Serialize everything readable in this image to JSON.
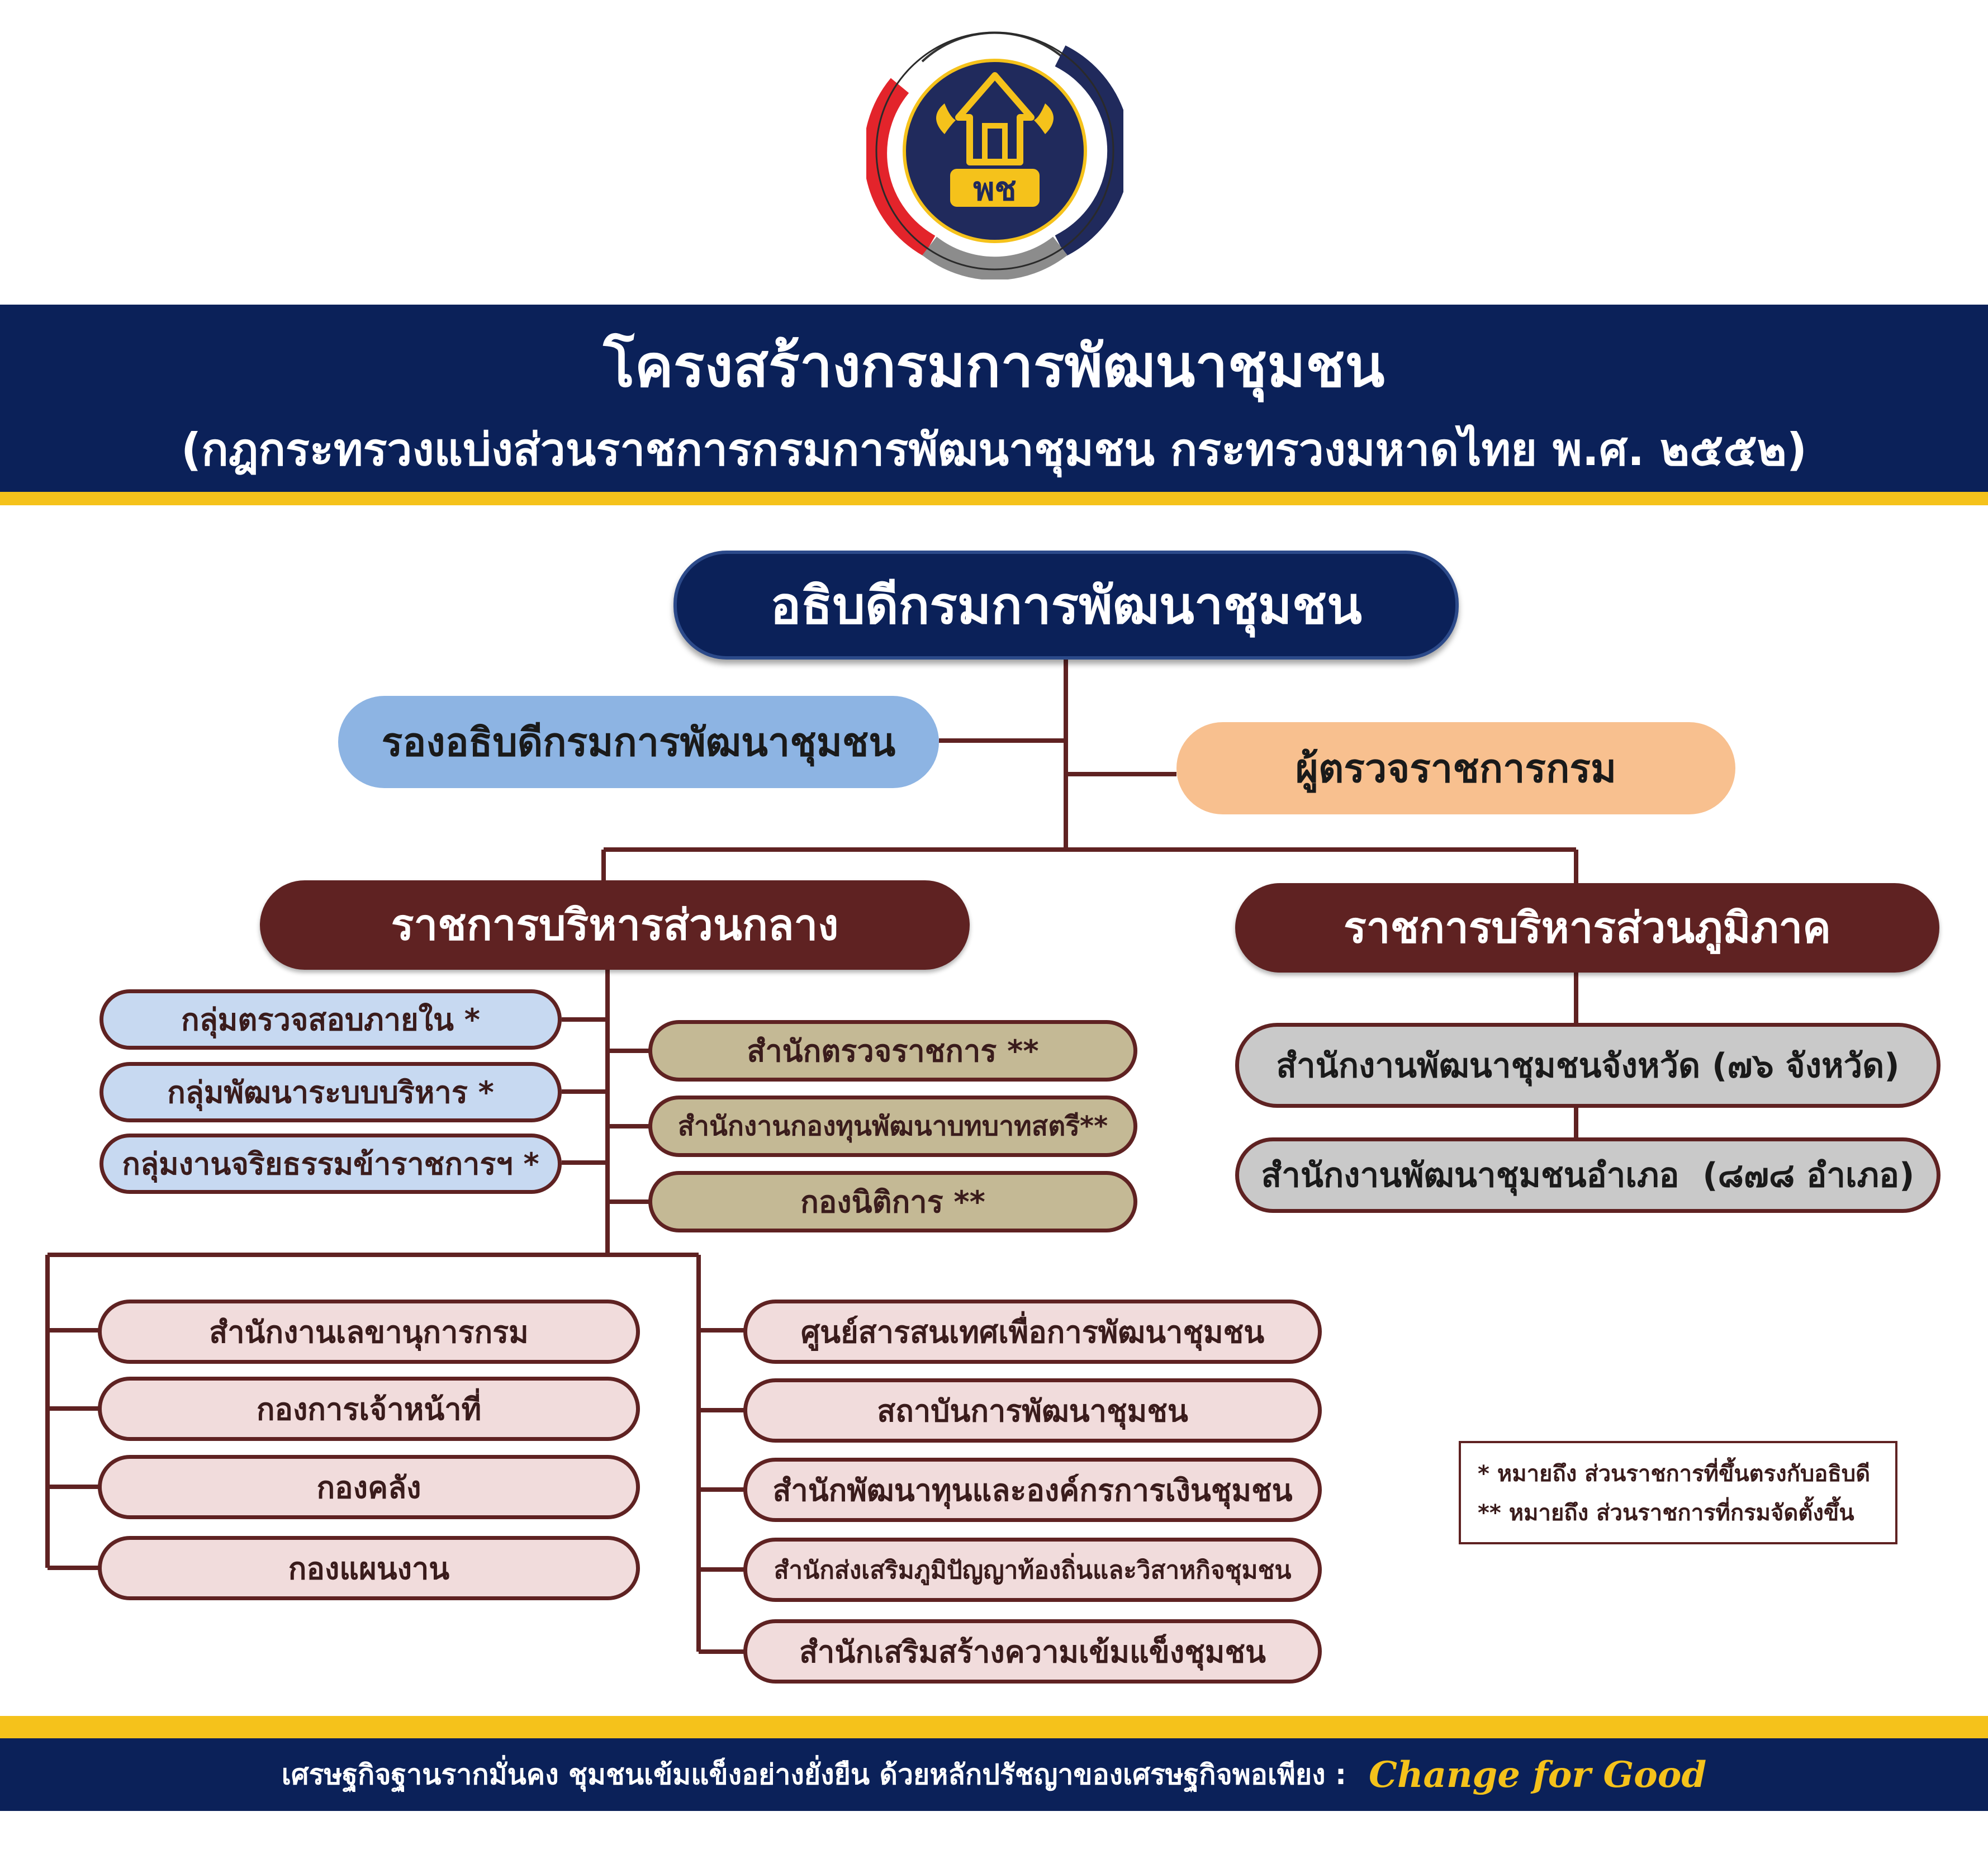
{
  "header": {
    "title": "โครงสร้างกรมการพัฒนาชุมชน",
    "subtitle": "(กฎกระทรวงแบ่งส่วนราชการกรมการพัฒนาชุมชน กระทรวงมหาดไทย พ.ศ. ๒๕๕๒)"
  },
  "logo": {
    "letters": "พช"
  },
  "org": {
    "director_general": "อธิบดีกรมการพัฒนาชุมชน",
    "deputy": "รองอธิบดีกรมการพัฒนาชุมชน",
    "inspector": "ผู้ตรวจราชการกรม",
    "central": {
      "title": "ราชการบริหารส่วนกลาง",
      "direct_groups": [
        "กลุ่มตรวจสอบภายใน *",
        "กลุ่มพัฒนาระบบบริหาร *",
        "กลุ่มงานจริยธรรมข้าราชการฯ *"
      ],
      "established_units": [
        "สำนักตรวจราชการ **",
        "สำนักงานกองทุนพัฒนาบทบาทสตรี**",
        "กองนิติการ **"
      ],
      "left_units": [
        "สำนักงานเลขานุการกรม",
        "กองการเจ้าหน้าที่",
        "กองคลัง",
        "กองแผนงาน"
      ],
      "right_units": [
        "ศูนย์สารสนเทศเพื่อการพัฒนาชุมชน",
        "สถาบันการพัฒนาชุมชน",
        "สำนักพัฒนาทุนและองค์กรการเงินชุมชน",
        "สำนักส่งเสริมภูมิปัญญาท้องถิ่นและวิสาหกิจชุมชน",
        "สำนักเสริมสร้างความเข้มแข็งชุมชน"
      ]
    },
    "regional": {
      "title": "ราชการบริหารส่วนภูมิภาค",
      "units": [
        "สำนักงานพัฒนาชุมชนจังหวัด (๗๖ จังหวัด)",
        "สำนักงานพัฒนาชุมชนอำเภอ  (๘๗๘ อำเภอ)"
      ]
    }
  },
  "legend": [
    "* หมายถึง ส่วนราชการที่ขึ้นตรงกับอธิบดี",
    "** หมายถึง ส่วนราชการที่กรมจัดตั้งขึ้น"
  ],
  "footer": {
    "motto": "เศรษฐกิจฐานรากมั่นคง ชุมชนเข้มแข็งอย่างยั่งยืน ด้วยหลักปรัชญาของเศรษฐกิจพอเพียง  :",
    "slogan": "Change for Good"
  },
  "colors": {
    "navy": "#0b2159",
    "gold": "#f5c21b",
    "maroon": "#5f2222",
    "deputy_blue": "#8db4e3",
    "inspector_orange": "#f8c08f",
    "group_blue": "#c7d9f1",
    "khaki": "#c4b995",
    "pink": "#f1dcdc",
    "gray": "#c9c9c9",
    "logo_red": "#e3242b",
    "logo_navy": "#202a5c",
    "logo_gray": "#8c8c8c"
  }
}
